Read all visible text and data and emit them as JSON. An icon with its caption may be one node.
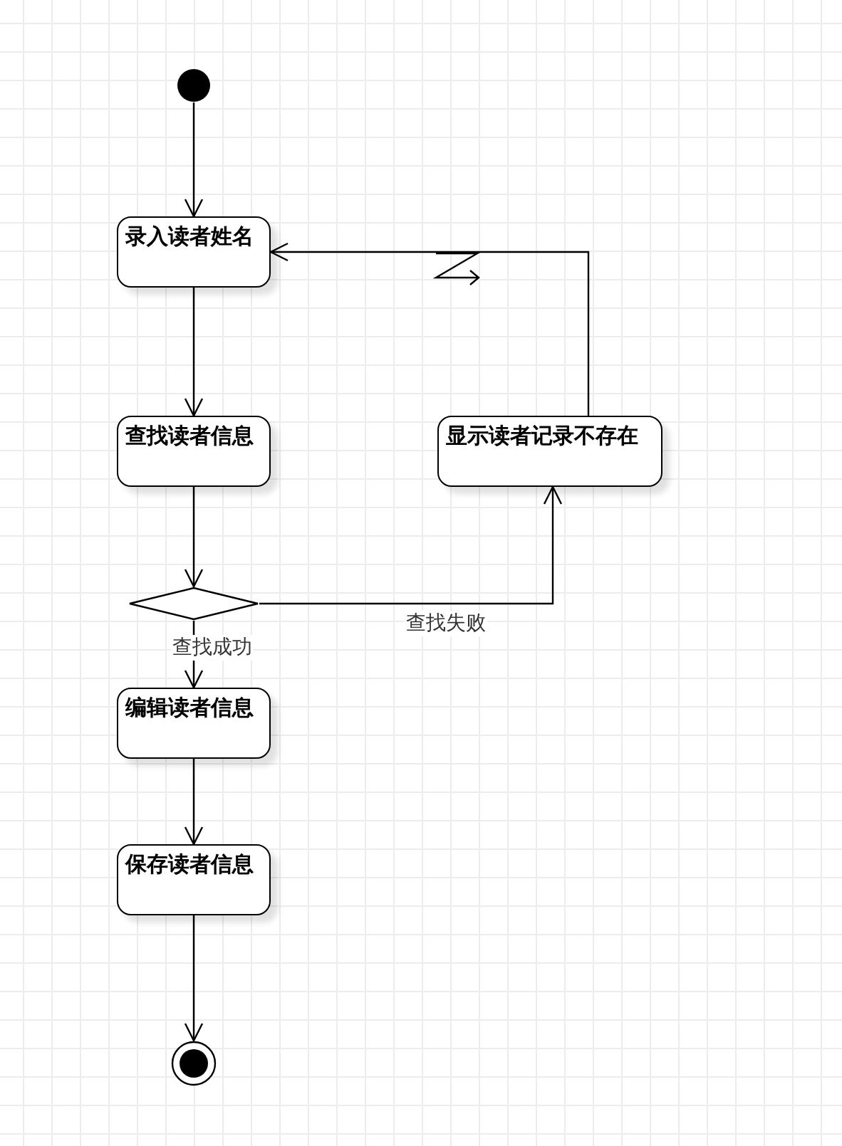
{
  "diagram": {
    "nodes": [
      {
        "text": [],
        "shape": "circle"
      },
      {
        "text": [
          "录入读者姓名"
        ]
      },
      {
        "text": [
          "查找读者信息"
        ]
      },
      {
        "text": [
          "显示读者记录不存在"
        ]
      },
      {
        "text": [],
        "shape": "diamond"
      },
      {
        "text": [
          "编辑读者信息"
        ]
      },
      {
        "text": [
          "保存读者信息"
        ]
      },
      {
        "text": [],
        "shape": "end-circle"
      }
    ],
    "edges": [
      {
        "from": 0,
        "to": 1,
        "arrow": "to"
      },
      {
        "from": 1,
        "to": 2,
        "arrow": "to"
      },
      {
        "from": 2,
        "to": 4,
        "arrow": "to"
      },
      {
        "from": 4,
        "to": 3,
        "arrow": "to",
        "label": "查找失败"
      },
      {
        "from": 3,
        "to": 1,
        "arrow": "to"
      },
      {
        "from": 4,
        "to": 5,
        "arrow": "to",
        "label": "查找成功"
      },
      {
        "from": 5,
        "to": 6,
        "arrow": "to"
      },
      {
        "from": 6,
        "to": 7,
        "arrow": "to"
      }
    ]
  }
}
